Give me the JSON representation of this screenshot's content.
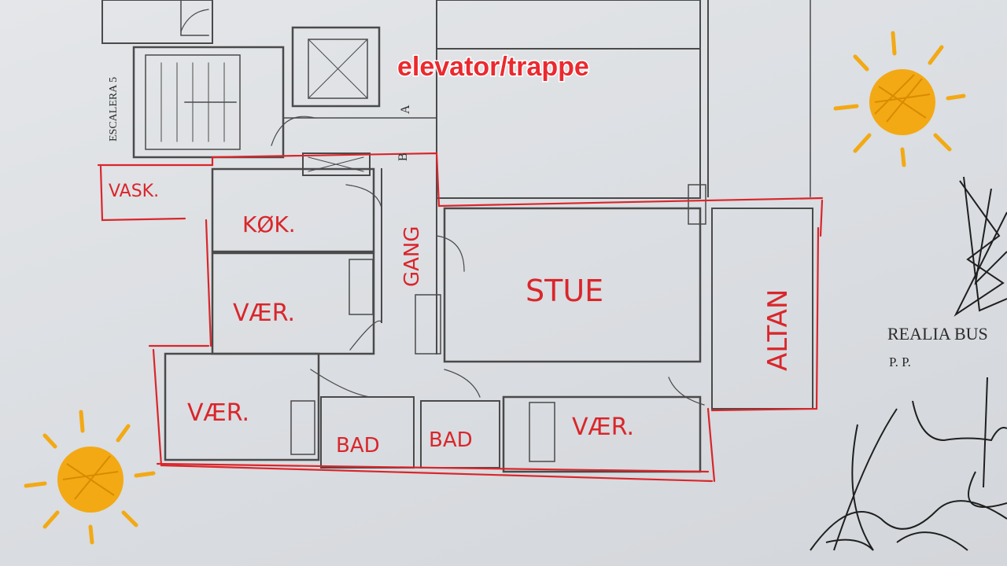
{
  "overlay_label": "elevator/trappe",
  "plan": {
    "stair_label": "ESCALERA 5",
    "door_marks": {
      "a": "A",
      "b": "B"
    }
  },
  "rooms": {
    "vask": "VASK.",
    "kok": "KØK.",
    "gang": "GANG",
    "stue": "STUE",
    "altan": "ALTAN",
    "vaer_1": "VÆR.",
    "vaer_2": "VÆR.",
    "vaer_3": "VÆR.",
    "bad_1": "BAD",
    "bad_2": "BAD"
  },
  "company": {
    "name": "REALIA BUS",
    "pp": "P. P."
  },
  "colors": {
    "red_markup": "#d9262b",
    "sun_orange": "#f3a914",
    "plan_ink": "#4a4a4a"
  }
}
